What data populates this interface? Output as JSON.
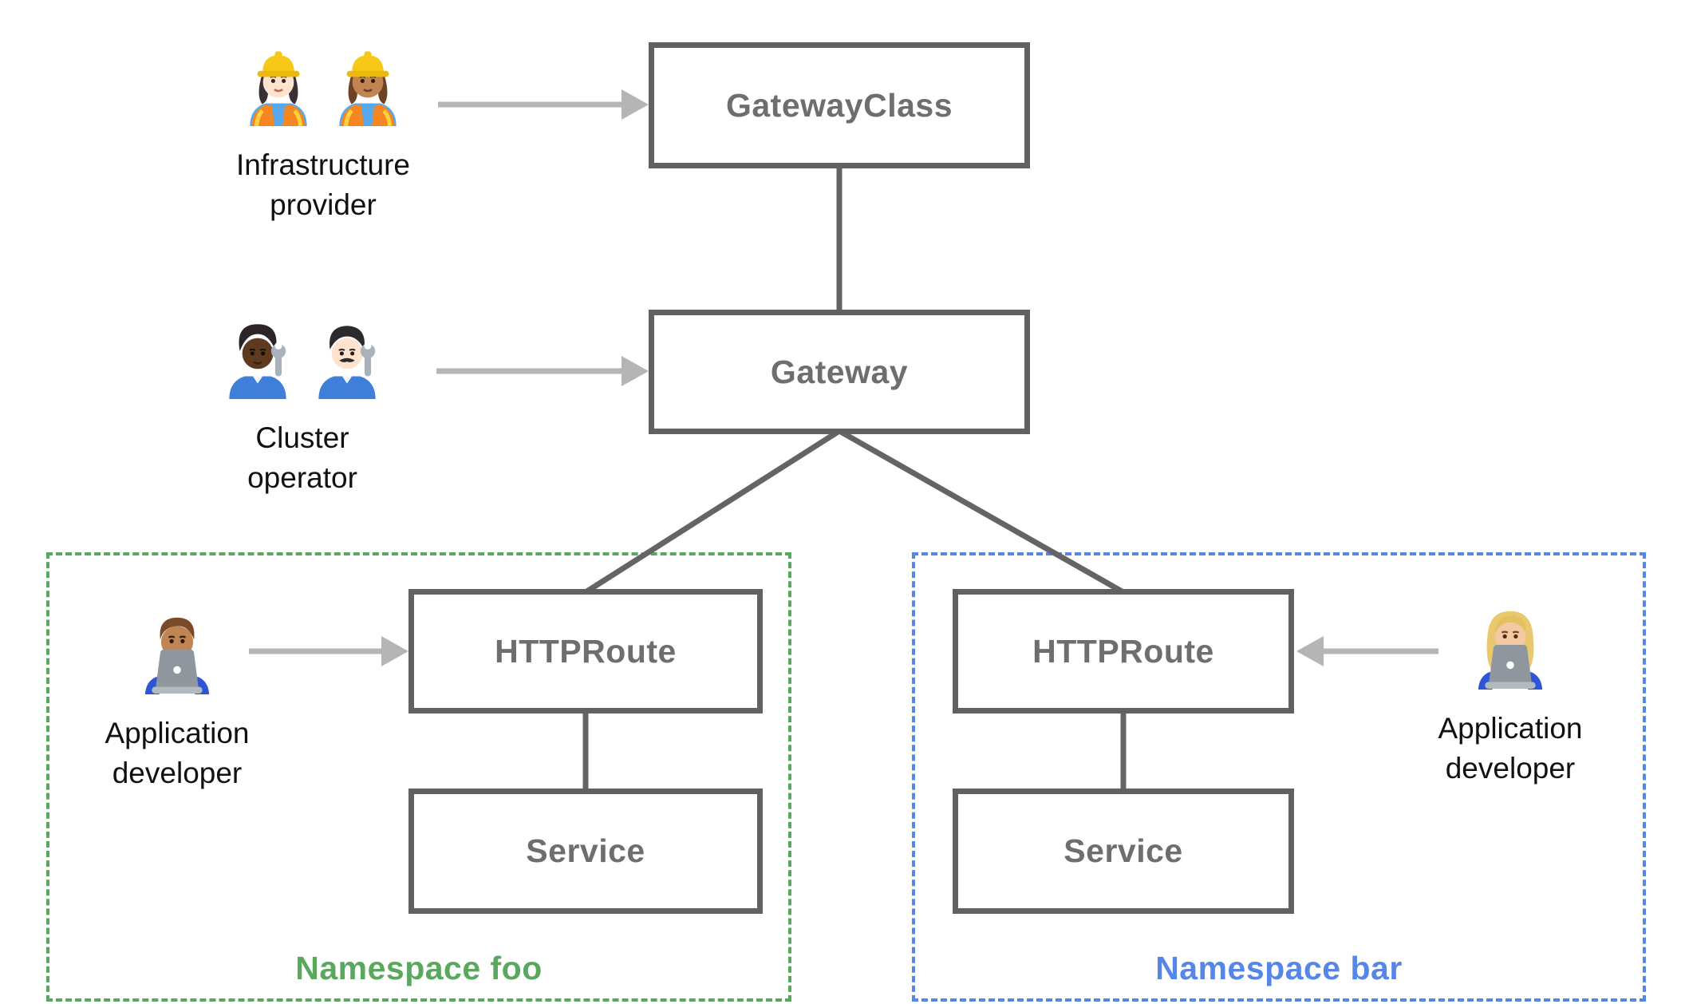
{
  "colors": {
    "node_border": "#616161",
    "node_text": "#6e6e6e",
    "connector": "#646464",
    "arrow": "#b5b5b5",
    "persona_text": "#111111",
    "namespace_foo": "#5aa75e",
    "namespace_bar": "#5586e8",
    "background": "#ffffff"
  },
  "nodes": {
    "gateway_class": "GatewayClass",
    "gateway": "Gateway",
    "httproute_foo": "HTTPRoute",
    "service_foo": "Service",
    "httproute_bar": "HTTPRoute",
    "service_bar": "Service"
  },
  "namespaces": {
    "foo": "Namespace foo",
    "bar": "Namespace bar"
  },
  "personas": {
    "infrastructure_provider": {
      "lines": [
        "Infrastructure",
        "provider"
      ],
      "emoji": "👷🏻‍♀️👷🏽‍♀️",
      "icons": [
        "woman-construction-worker-light-skin-icon",
        "woman-construction-worker-medium-skin-icon"
      ]
    },
    "cluster_operator": {
      "lines": [
        "Cluster",
        "operator"
      ],
      "emoji": "🧑🏿‍🔧👨🏻‍🔧",
      "icons": [
        "person-mechanic-dark-skin-icon",
        "man-mechanic-light-skin-icon"
      ]
    },
    "application_developer_foo": {
      "lines": [
        "Application",
        "developer"
      ],
      "emoji": "👨🏽‍💻",
      "icons": [
        "man-technologist-medium-skin-icon"
      ]
    },
    "application_developer_bar": {
      "lines": [
        "Application",
        "developer"
      ],
      "emoji": "👩🏼‍💻",
      "icons": [
        "woman-technologist-medium-light-skin-icon"
      ]
    }
  },
  "edges": [
    {
      "from": "infrastructure_provider",
      "to": "gateway_class",
      "type": "arrow"
    },
    {
      "from": "cluster_operator",
      "to": "gateway",
      "type": "arrow"
    },
    {
      "from": "application_developer_foo",
      "to": "httproute_foo",
      "type": "arrow"
    },
    {
      "from": "application_developer_bar",
      "to": "httproute_bar",
      "type": "arrow"
    },
    {
      "from": "gateway_class",
      "to": "gateway",
      "type": "line"
    },
    {
      "from": "gateway",
      "to": "httproute_foo",
      "type": "line"
    },
    {
      "from": "gateway",
      "to": "httproute_bar",
      "type": "line"
    },
    {
      "from": "httproute_foo",
      "to": "service_foo",
      "type": "line"
    },
    {
      "from": "httproute_bar",
      "to": "service_bar",
      "type": "line"
    }
  ]
}
